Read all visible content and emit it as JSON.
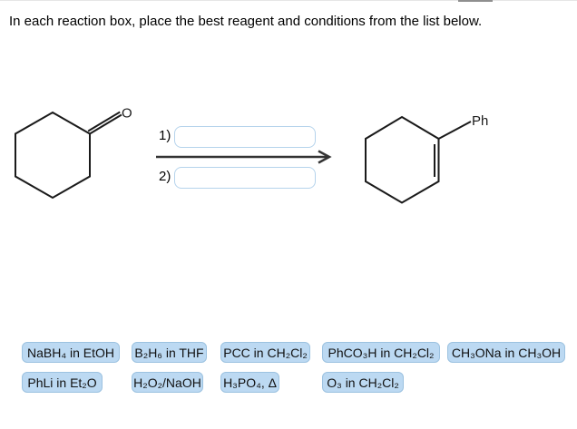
{
  "page": {
    "title": "In each reaction box, place the best reagent and conditions from the list below."
  },
  "scheme": {
    "reactant": {
      "carbonyl_label": "O"
    },
    "product": {
      "substituent_label": "Ph"
    },
    "steps": [
      {
        "label": "1)",
        "value": ""
      },
      {
        "label": "2)",
        "value": ""
      }
    ]
  },
  "reagents": {
    "row1": [
      "NaBH₄ in EtOH",
      "B₂H₆ in THF",
      "PCC in CH₂Cl₂",
      "PhCO₃H in CH₂Cl₂",
      "CH₃ONa in CH₃OH"
    ],
    "row2": [
      "PhLi in Et₂O",
      "H₂O₂/NaOH",
      "H₃PO₄, Δ",
      "O₃ in CH₂Cl₂"
    ]
  },
  "colors": {
    "chip_bg": "#bcd9f2",
    "chip_border": "#9cc2e0",
    "input_border": "#b5d3ec",
    "arrow": "#333333"
  }
}
